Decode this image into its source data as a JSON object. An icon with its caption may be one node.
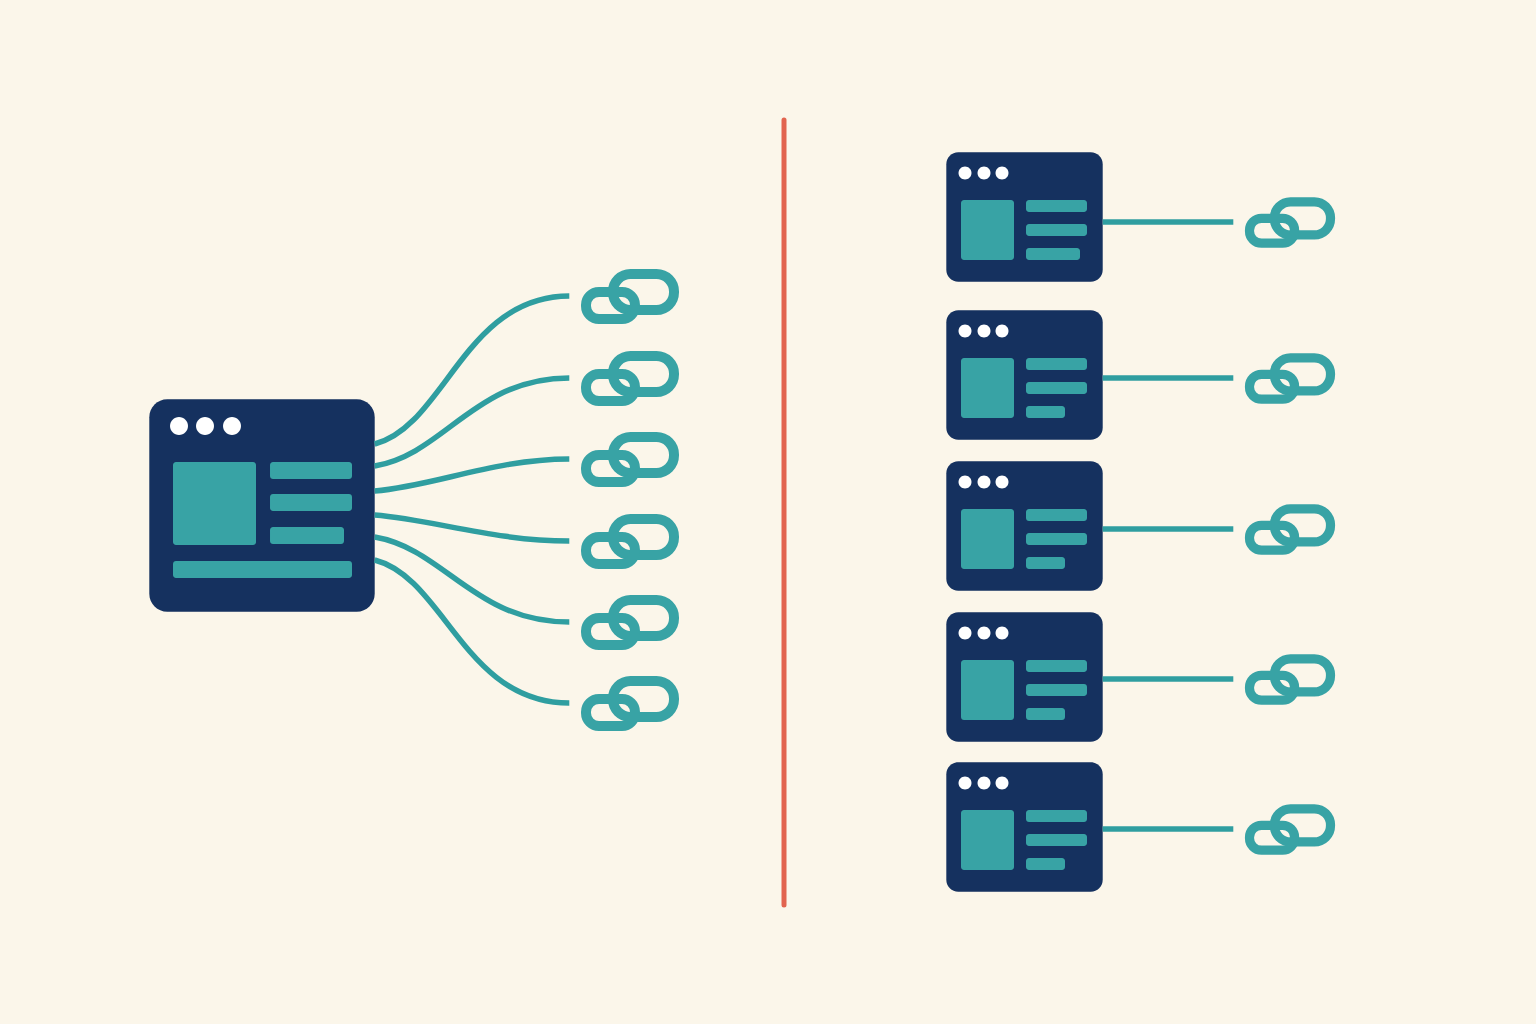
{
  "diagram": {
    "nodes": [
      {
        "text": [],
        "shape": "picture"
      },
      {
        "text": [],
        "shape": "picture"
      },
      {
        "text": [],
        "shape": "picture"
      },
      {
        "text": [],
        "shape": "picture"
      },
      {
        "text": [],
        "shape": "picture"
      },
      {
        "text": [],
        "shape": "picture"
      },
      {
        "text": [],
        "shape": "picture"
      },
      {
        "text": [],
        "shape": "picture"
      },
      {
        "text": [],
        "shape": "picture"
      },
      {
        "text": [],
        "shape": "picture"
      },
      {
        "text": [],
        "shape": "picture"
      },
      {
        "text": [],
        "shape": "picture"
      },
      {
        "text": [],
        "shape": "picture"
      },
      {
        "text": [],
        "shape": "picture"
      },
      {
        "text": [],
        "shape": "picture"
      },
      {
        "text": [],
        "shape": "picture"
      },
      {
        "text": [],
        "shape": "picture"
      }
    ],
    "edges": [
      {
        "from": 0,
        "to": 1,
        "arrow": "none"
      },
      {
        "from": 0,
        "to": 2,
        "arrow": "none"
      },
      {
        "from": 0,
        "to": 3,
        "arrow": "none"
      },
      {
        "from": 0,
        "to": 4,
        "arrow": "none"
      },
      {
        "from": 0,
        "to": 5,
        "arrow": "none"
      },
      {
        "from": 0,
        "to": 6,
        "arrow": "none"
      },
      {
        "from": 7,
        "to": 8,
        "arrow": "none"
      },
      {
        "from": 9,
        "to": 10,
        "arrow": "none"
      },
      {
        "from": 11,
        "to": 12,
        "arrow": "none"
      },
      {
        "from": 13,
        "to": 14,
        "arrow": "none"
      },
      {
        "from": 15,
        "to": 16,
        "arrow": "none"
      }
    ]
  }
}
